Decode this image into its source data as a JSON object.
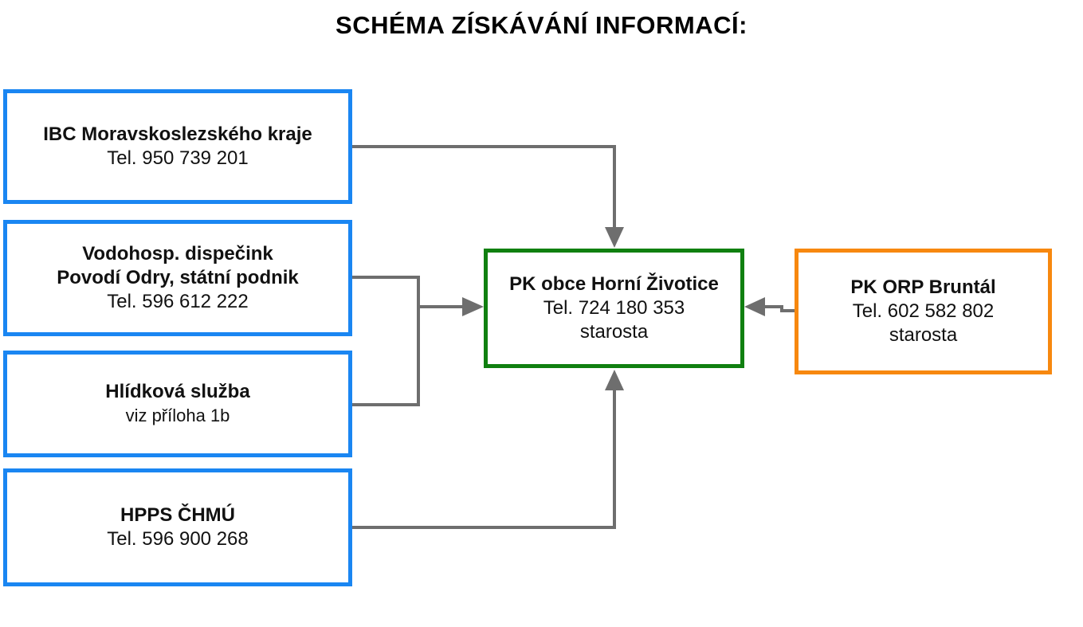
{
  "title": "SCHÉMA ZÍSKÁVÁNÍ INFORMACÍ:",
  "colors": {
    "source_border": "#1a86f2",
    "target_border": "#108010",
    "orp_border": "#f7880f",
    "connector": "#6e6e6e"
  },
  "nodes": {
    "ibc": {
      "name": "IBC Moravskoslezského kraje",
      "phone": "Tel. 950 739 201"
    },
    "vodo": {
      "name_line1": "Vodohosp. dispečink",
      "name_line2": "Povodí Odry, státní podnik",
      "phone": "Tel. 596 612 222"
    },
    "hlidkova": {
      "name": "Hlídková služba",
      "note": "viz příloha 1b"
    },
    "hpps": {
      "name": "HPPS ČHMÚ",
      "phone": "Tel. 596 900 268"
    },
    "pk_obce": {
      "name": "PK obce Horní Životice",
      "phone": "Tel. 724 180 353",
      "role": "starosta"
    },
    "pk_orp": {
      "name": "PK ORP Bruntál",
      "phone": "Tel. 602 582 802",
      "role": "starosta"
    }
  }
}
